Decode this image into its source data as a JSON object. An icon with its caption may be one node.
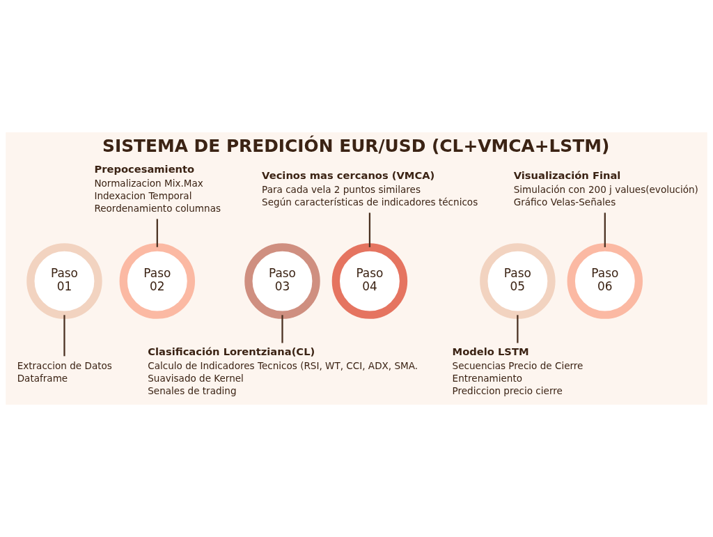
{
  "diagram": {
    "title": "SISTEMA DE PREDICIÓN EUR/USD (CL+VMCA+LSTM)",
    "nodes": [
      {
        "text": [
          "Paso 01"
        ]
      },
      {
        "text": [
          "Paso 02"
        ]
      },
      {
        "text": [
          "Paso 03"
        ]
      },
      {
        "text": [
          "Paso 04"
        ]
      },
      {
        "text": [
          "Paso 05"
        ]
      },
      {
        "text": [
          "Paso 06"
        ]
      },
      {
        "text": [
          "Extraccion de Datos",
          "Dataframe"
        ]
      },
      {
        "text": [
          "Prepocesamiento",
          "Normalizacion Mix.Max",
          "Indexacion Temporal",
          "Reordenamiento columnas"
        ]
      },
      {
        "text": [
          "Clasificación Lorentziana(CL)",
          "Calculo de Indicadores Tecnicos (RSI, WT, CCI, ADX, SMA.",
          "Suavisado de Kernel",
          "Senales de trading"
        ]
      },
      {
        "text": [
          "Vecinos mas cercanos (VMCA)",
          "Para cada vela 2 puntos similares",
          "Según características de indicadores técnicos"
        ]
      },
      {
        "text": [
          "Modelo LSTM",
          "Secuencias Precio de Cierre",
          "Entrenamiento",
          "Prediccion precio cierre"
        ]
      },
      {
        "text": [
          "Visualización Final",
          "Simulación con 200 j values(evolución)",
          "Gráfico Velas-Señales"
        ]
      }
    ],
    "edges": [
      {
        "from": 6,
        "to": 0,
        "arrow": "none"
      },
      {
        "from": 7,
        "to": 1,
        "arrow": "none"
      },
      {
        "from": 8,
        "to": 2,
        "arrow": "none"
      },
      {
        "from": 9,
        "to": 3,
        "arrow": "none"
      },
      {
        "from": 10,
        "to": 4,
        "arrow": "none"
      },
      {
        "from": 11,
        "to": 5,
        "arrow": "none"
      }
    ]
  }
}
